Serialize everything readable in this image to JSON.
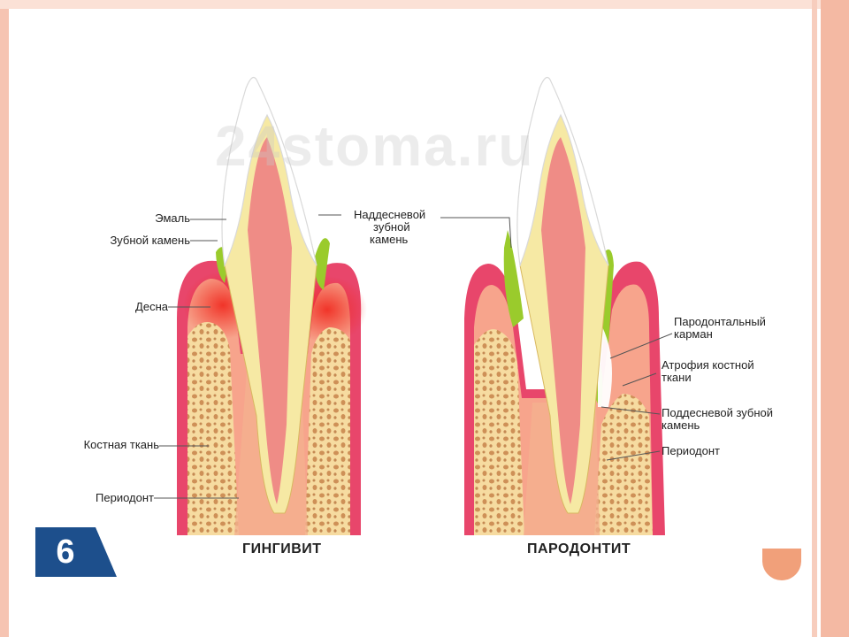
{
  "watermark": "24stoma.ru",
  "slide_number": "6",
  "left_panel": {
    "caption": "ГИНГИВИТ",
    "labels": {
      "enamel": "Эмаль",
      "calculus": "Зубной камень",
      "gum": "Десна",
      "bone": "Костная ткань",
      "periodontium": "Периодонт"
    }
  },
  "right_panel": {
    "caption": "ПАРОДОНТИТ",
    "labels": {
      "supragingival_line1": "Наддесневой",
      "supragingival_line2": "зубной",
      "supragingival_line3": "камень",
      "pocket_line1": "Пародонтальный",
      "pocket_line2": "карман",
      "atrophy_line1": "Атрофия костной",
      "atrophy_line2": "ткани",
      "subgingival_line1": "Поддесневой зубной",
      "subgingival_line2": "камень",
      "periodontium": "Периодонт"
    }
  },
  "colors": {
    "gum": "#e8466b",
    "inflamed": "#f0281e",
    "bone": "#f6dba0",
    "bone_holes": "#c7834a",
    "dentin": "#f6e9a4",
    "pulp": "#ef8c86",
    "enamel": "#ffffff",
    "calculus": "#9acb2c",
    "badge": "#1d4f8c"
  }
}
